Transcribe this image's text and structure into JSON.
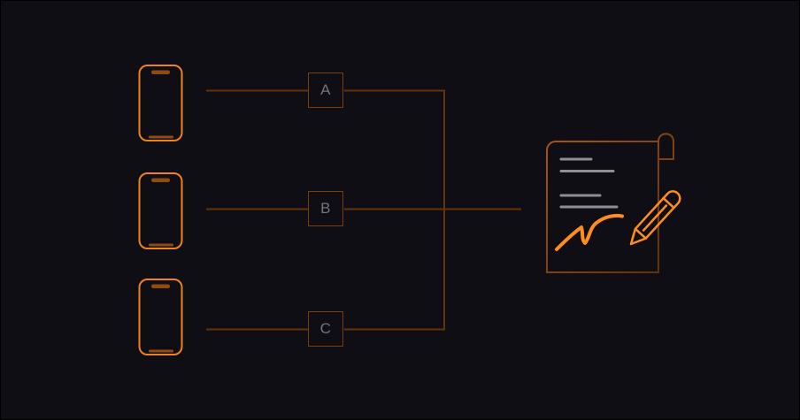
{
  "scene": {
    "description": "Three smartphones connected through intermediary nodes to a contract being signed",
    "background": "#0f0e15"
  },
  "colors": {
    "background": "#0f0e15",
    "accent_orange": "#ff8c1f",
    "phone_outline": "#ee821c",
    "phone_detail": "#904c10",
    "connector_line": "#653307",
    "node_border": "#7b3d09",
    "node_letter": "#73747d",
    "paper_outline_top": "#a85510",
    "paper_outline_bottom": "#5e2f06",
    "paper_text_gray": "#8f8f96"
  },
  "devices": [
    {
      "icon": "smartphone-icon"
    },
    {
      "icon": "smartphone-icon"
    },
    {
      "icon": "smartphone-icon"
    }
  ],
  "nodes": [
    {
      "label": "A"
    },
    {
      "label": "B"
    },
    {
      "label": "C"
    }
  ],
  "document": {
    "icon": "contract-document-icon",
    "text_line_count": 4,
    "overlay_icons": [
      "signature-scribble-icon",
      "pencil-icon"
    ]
  }
}
